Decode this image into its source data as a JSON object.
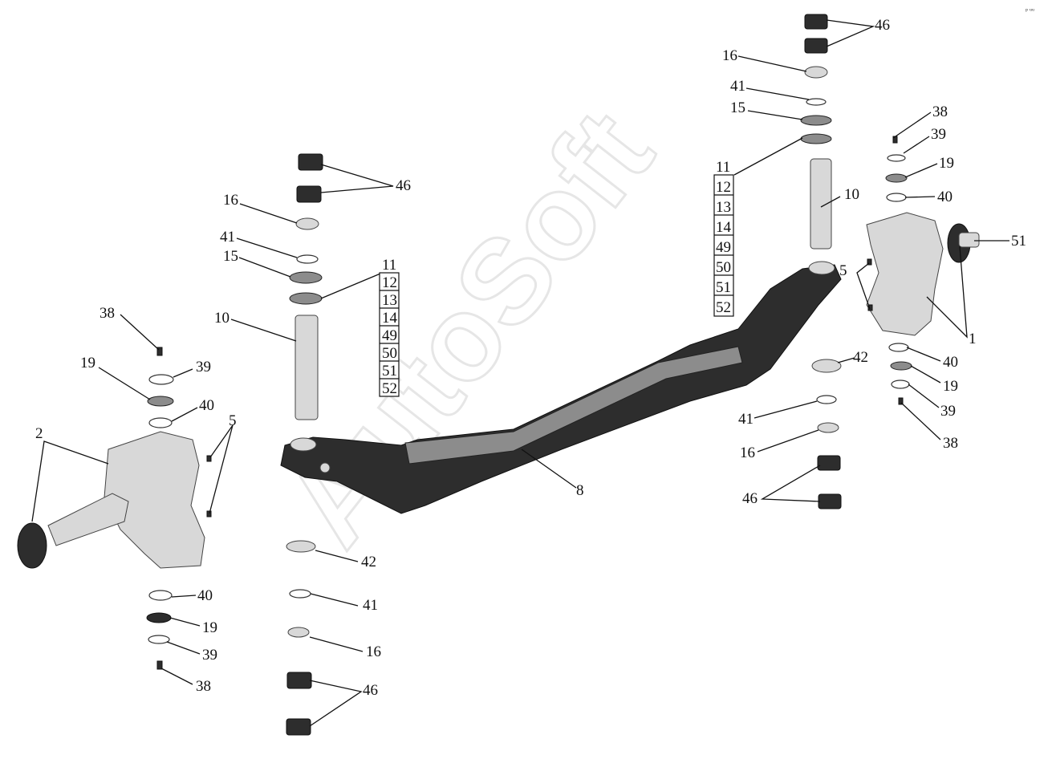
{
  "watermark": "AutoSoft",
  "corner_mark": "ᵖ ᵘᵘ",
  "callouts": {
    "r46": "46",
    "r16": "16",
    "r41": "41",
    "r15": "15",
    "r10": "10",
    "r38": "38",
    "r39": "39",
    "r19": "19",
    "r40": "40",
    "r51": "51",
    "r5": "5",
    "r1": "1",
    "r42": "42",
    "r41b": "41",
    "r16b": "16",
    "r46b": "46",
    "r40b": "40",
    "r19b": "19",
    "r39b": "39",
    "r38b": "38",
    "l46": "46",
    "l16": "16",
    "l41": "41",
    "l15": "15",
    "l10": "10",
    "l38": "38",
    "l19": "19",
    "l39": "39",
    "l40": "40",
    "l2": "2",
    "l5": "5",
    "l42": "42",
    "l41b": "41",
    "l16b": "16",
    "l46b": "46",
    "l40b": "40",
    "l19b": "19",
    "l39b": "39",
    "l38b": "38",
    "beam8": "8"
  },
  "kit_left": [
    "11",
    "12",
    "13",
    "14",
    "49",
    "50",
    "51",
    "52"
  ],
  "kit_right": [
    "11",
    "12",
    "13",
    "14",
    "49",
    "50",
    "51",
    "52"
  ]
}
